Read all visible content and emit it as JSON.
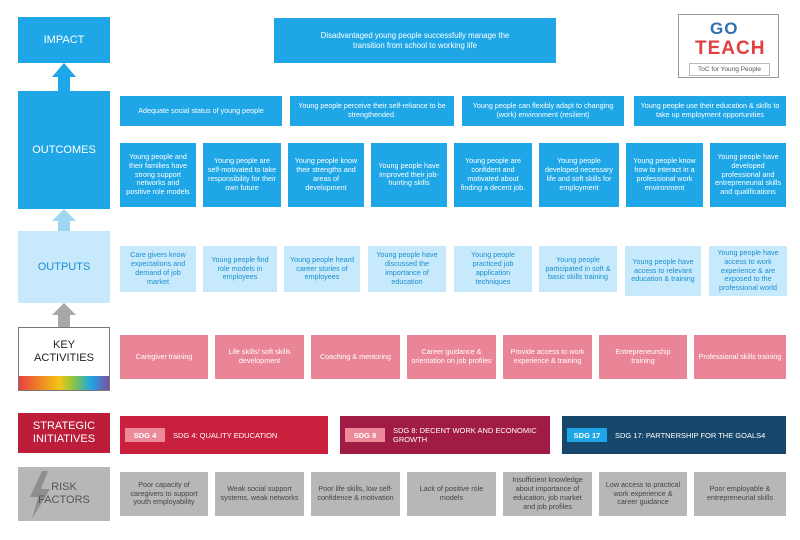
{
  "logo": {
    "line1": "GO",
    "line2": "TEACH",
    "subtitle": "ToC for Young People"
  },
  "rows": {
    "impact": "IMPACT",
    "outcomes": "OUTCOMES",
    "outputs": "OUTPUTS",
    "key_activities_1": "KEY",
    "key_activities_2": "ACTIVITIES",
    "strategic_1": "STRATEGIC",
    "strategic_2": "INITIATIVES",
    "risk_1": "RISK",
    "risk_2": "FACTORS"
  },
  "impact_statement": "Disadvantaged young people successfully manage the transition from school to working life",
  "outcome_headers": [
    "Adequate social status of young people",
    "Young people perceive their self-reliance to be strengthended.",
    "Young people can flexibly adapt to changing (work) environment (resilient)",
    "Young people use their education & skills to take up employment opportunities"
  ],
  "outcomes": [
    "Young people and their families have strong support networks and positive role models",
    "Young people are self-motivated to take responsibility for their own future",
    "Young people know their strengths and areas of development",
    "Young people have improved their job-hunting skills",
    "Young people are confident and motivated about finding a decent job.",
    "Young people developed necessary life and soft skills for employment",
    "Young people know how to interact in a professional work environment",
    "Young people have developed professional and entrepreneurial skills and qualifications"
  ],
  "outputs": [
    "Care givers know expectations and demand of job market",
    "Young people find role models in employees",
    "Young people heard career stories of employees",
    "Young people have discussed the importance of education",
    "Young people practiced job application techniques",
    "Young people participated in soft & basic skills training",
    "Young people have access to relevant education & training",
    "Young people have access to work experience & are exposed to the professional world"
  ],
  "activities": [
    "Caregiver training",
    "Life skills/ soft skills development",
    "Coaching & mentoring",
    "Career guidance & orientation on job profiles",
    "Provide access to work experience & training",
    "Entrepreneurship training",
    "Professional skills training"
  ],
  "initiatives": [
    {
      "tag": "SDG 4",
      "text": "SDG 4: QUALITY EDUCATION",
      "color": "#c8203d",
      "tag_color": "#ec8a9a"
    },
    {
      "tag": "SDG 8",
      "text": "SDG 8: DECENT WORK AND ECONOMIC GROWTH",
      "color": "#a01c45",
      "tag_color": "#ec8a9a"
    },
    {
      "tag": "SDG 17",
      "text": "SDG 17: PARTNERSHIP FOR THE GOALS4",
      "color": "#17486c",
      "tag_color": "#1ea6e6"
    }
  ],
  "risks": [
    "Poor capacity of caregivers to support youth employability",
    "Weak social support systems, weak networks",
    "Poor life skills, low self-confidence & motivation",
    "Lack of positive role models",
    "Insufficient knowledge about importance of education, job market and job profiles",
    "Low access to practical work experience & career guidance",
    "Poor employable & entrepreneurial skills"
  ]
}
